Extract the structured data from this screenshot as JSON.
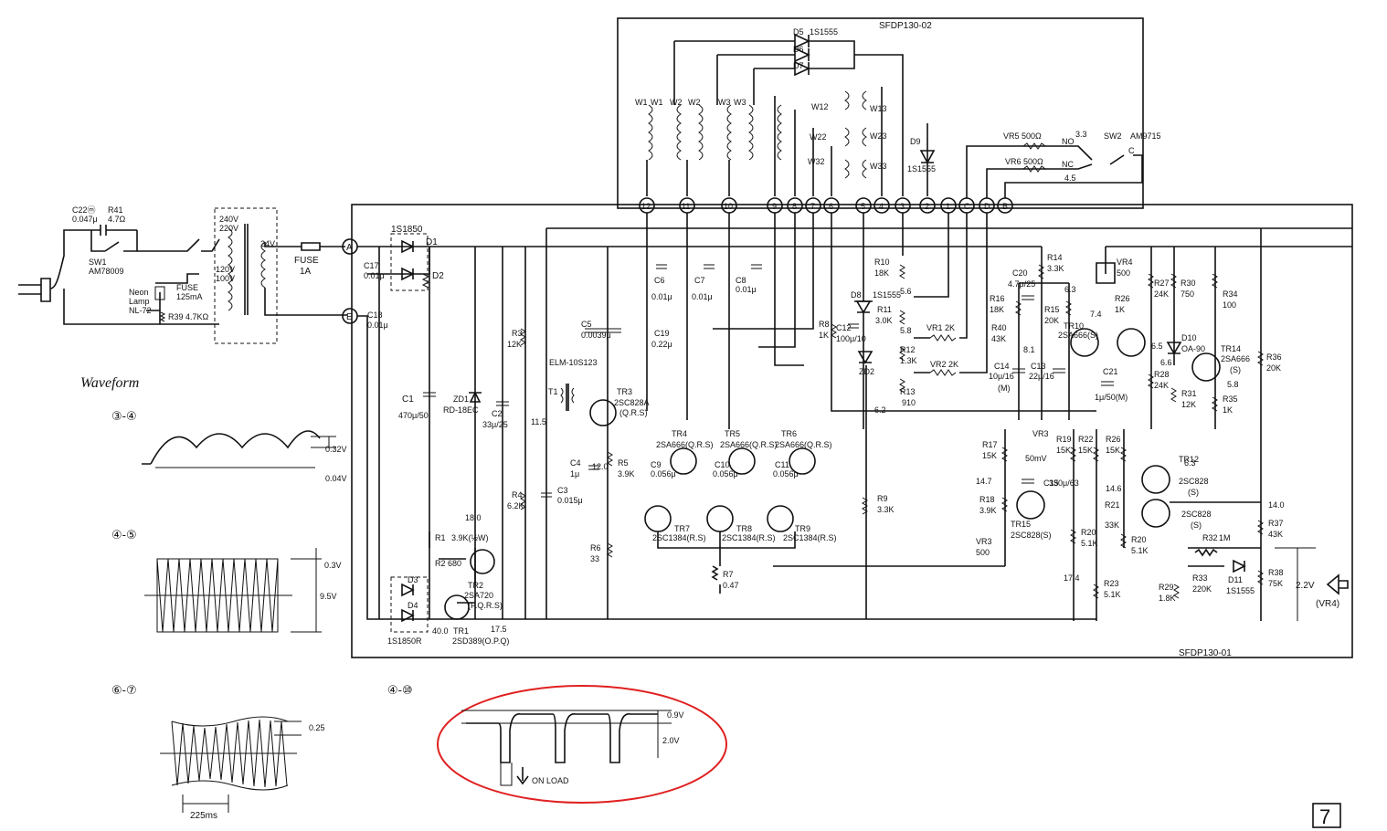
{
  "board": {
    "top_label": "SFDP130-02",
    "bottom_label": "SFDP130-01"
  },
  "page_number": "7",
  "power": {
    "switch": {
      "label": "SW1",
      "part": "AM78009"
    },
    "c22": "C22ⓜ",
    "c22_val": "0.047μ",
    "r41": "R41",
    "r41_val": "4.7Ω",
    "fuse_small": "FUSE",
    "fuse_small_val": "125mA",
    "neon": "Neon",
    "neon2": "Lamp",
    "neon3": "NL-72",
    "r39": "R39 4.7KΩ",
    "tap1": "240V",
    "tap2": "220V",
    "tap3": "120V",
    "tap4": "100V",
    "sec": "24V",
    "fuse": "FUSE",
    "fuse_val": "1A"
  },
  "terminals": [
    "A",
    "E",
    "12",
    "11",
    "10",
    "9",
    "8",
    "7",
    "6",
    "5",
    "4",
    "3",
    "2",
    "1",
    "C",
    "D",
    "B"
  ],
  "transformer": {
    "windings": [
      "W1",
      "W1",
      "W2",
      "W2",
      "W3",
      "W3"
    ],
    "right_windings": [
      "W12",
      "W13",
      "W22",
      "W23",
      "W32",
      "W33"
    ]
  },
  "diodes_top": [
    {
      "ref": "D5",
      "part": "1S1555"
    },
    {
      "ref": "D6"
    },
    {
      "ref": "D7"
    }
  ],
  "switch2": {
    "label": "SW2",
    "part": "AM9715",
    "no": "NO",
    "nc": "NC",
    "c": "C",
    "vr5": "VR5 500Ω",
    "vr6": "VR6 500Ω",
    "tag33": "3.3",
    "tag45": "4.5"
  },
  "components": {
    "d1d2": "1S1850",
    "d1": "D1",
    "d2": "D2",
    "c17": "C17",
    "c17v": "0.01μ",
    "c18": "C18",
    "c18v": "0.01μ",
    "c1": "C1",
    "c1v": "470μ/50",
    "zd1": "ZD1",
    "zd1v": "RD-18EC",
    "c2": "C2",
    "c2v": "33μ/25",
    "r3": "R3",
    "r3v": "12K",
    "r4": "R4",
    "r4v": "6.2K",
    "c3": "C3",
    "c3v": "0.015μ",
    "c5": "C5",
    "c5v": "0.0039μ",
    "elm": "ELM-10S123",
    "t1": "T1",
    "tr3": "TR3",
    "tr3p": "2SC828A",
    "tr3g": "(Q.R.S)",
    "c4": "C4",
    "c4v": "1μ",
    "r5": "R5",
    "r5v": "3.9K",
    "r6": "R6",
    "r6v": "33",
    "c6": "C6",
    "c6v": "0.01μ",
    "c7": "C7",
    "c7v": "0.01μ",
    "c8": "C8",
    "c8v": "0.01μ",
    "c19": "C19",
    "c19v": "0.22μ",
    "tr4": "TR4",
    "tr4p": "2SA666(Q.R.S)",
    "tr5": "TR5",
    "tr5p": "2SA666(Q.R.S)",
    "tr6": "TR6",
    "tr6p": "2SA666(Q.R.S)",
    "c9": "C9",
    "c9v": "0.056μ",
    "c10": "C10",
    "c10v": "0.056μ",
    "c11": "C11",
    "c11v": "0.056μ",
    "tr7": "TR7",
    "tr7p": "2SC1384(R.S)",
    "tr8": "TR8",
    "tr8p": "2SC1384(R.S)",
    "tr9": "TR9",
    "tr9p": "2SC1384(R.S)",
    "r7": "R7",
    "r7v": "0.47",
    "r1": "R1",
    "r1v": "3.9K(½W)",
    "r2": "R2",
    "r2v": "680",
    "tr2": "TR2",
    "tr2p": "2SA720",
    "tr2g": "(P.Q.R.S)",
    "tr1": "TR1",
    "tr1p": "2SD389(O.P.Q)",
    "d3": "D3",
    "d4": "D4",
    "d34": "1S1850R",
    "tag180": "18.0",
    "tag120": "12.0",
    "tag115": "11.5",
    "tag400": "40.0",
    "tag175": "17.5",
    "r10": "R10",
    "r10v": "18K",
    "r8": "R8",
    "r8v": "1K",
    "d8": "D8",
    "d8v": "1S1555",
    "d9": "D9",
    "d9v": "1S1555",
    "c12": "C12",
    "c12v": "100μ/10",
    "zd2": "ZD2",
    "r11": "R11",
    "r11v": "3.0K",
    "r12": "R12",
    "r12v": "1.3K",
    "r13": "R13",
    "r13v": "910",
    "vr1": "VR1 2K",
    "vr2": "VR2 2K",
    "r9": "R9",
    "r9v": "3.3K",
    "tag56": "5.6",
    "tag58": "5.8",
    "tag62": "6.2",
    "r14": "R14",
    "r14v": "3.3K",
    "c20": "C20",
    "c20v": "4.7μ/25",
    "r16": "R16",
    "r16v": "18K",
    "r15": "R15",
    "r15v": "20K",
    "r40": "R40",
    "r40v": "43K",
    "c14": "C14",
    "c14v": "10μ/16",
    "c14m": "(M)",
    "c13": "C13",
    "c13v": "22μ/16",
    "tag63": "6.3",
    "tag81": "8.1",
    "tr10": "TR10",
    "tr10p": "2SA666(S)",
    "tag74": "7.4",
    "vr4": "VR4",
    "vr4v": "500",
    "r26": "R26",
    "r26v": "1K",
    "c21": "C21",
    "c21v": "1μ/50(M)",
    "r27": "R27",
    "r27v": "24K",
    "r30": "R30",
    "r30v": "750",
    "r28": "R28",
    "r28v": "24K",
    "d10": "D10",
    "d10v": "OA-90",
    "tag65": "6.5",
    "tag66": "6.6",
    "r34": "R34",
    "r34v": "100",
    "tr14": "TR14",
    "tr14p": "2SA666",
    "tr14g": "(S)",
    "tag58b": "5.8",
    "r31": "R31",
    "r31v": "12K",
    "r35": "R35",
    "r35v": "1K",
    "r36": "R36",
    "r36v": "20K",
    "r17": "R17",
    "r17v": "15K",
    "vr3": "VR3",
    "vr3m": "50mV",
    "r19": "R19",
    "r19v": "15K",
    "r22": "R22",
    "r22v": "15K",
    "r26b": "R26",
    "r26bv": "15K",
    "tr12": "TR12",
    "tr12p": "2SC828",
    "tr12g": "(S)",
    "tag63b": "6.3",
    "tag147": "14.7",
    "c15": "C15",
    "c15v": "330μ/63",
    "tag146": "14.6",
    "r18": "R18",
    "r18v": "3.9K",
    "tr15": "TR15",
    "tr15p": "2SC828(S)",
    "r21": "R21",
    "r21v": "33K",
    "tr13": "2SC828",
    "tr13g": "(S)",
    "tag140": "14.0",
    "r32": "R32",
    "r32v": "1M",
    "vr3b": "VR3",
    "vr3bv": "500",
    "r20": "R20",
    "r20v": "5.1K",
    "r20b": "R20",
    "r20bv": "5.1K",
    "r37": "R37",
    "r37v": "43K",
    "r38": "R38",
    "r38v": "75K",
    "r33": "R33",
    "r33v": "220K",
    "d11": "D11",
    "d11v": "1S1555",
    "tag174": "17.4",
    "r23": "R23",
    "r23v": "5.1K",
    "r29": "R29",
    "r29v": "1.8K",
    "v22": "2.2V",
    "vr4b": "(VR4)"
  },
  "waveforms": {
    "title": "Waveform",
    "w1": {
      "label": "③-④",
      "v1": "0.32V",
      "v2": "0.04V"
    },
    "w2": {
      "label": "④-⑤",
      "v1": "0.3V",
      "v2": "9.5V"
    },
    "w3": {
      "label": "⑥-⑦",
      "v1": "0.25",
      "v2": "225ms"
    },
    "w4": {
      "label": "④-⑩",
      "v1": "0.9V",
      "v2": "2.0V",
      "note": "ON LOAD"
    }
  },
  "highlight_color": "#e02020"
}
